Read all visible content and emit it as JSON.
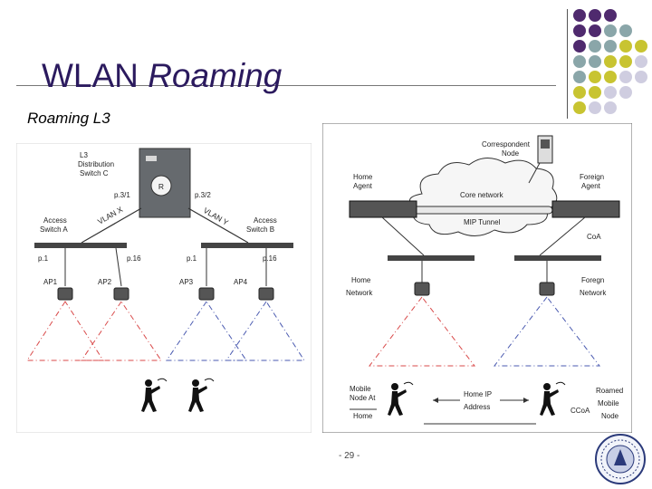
{
  "slide": {
    "title_plain": "WLAN ",
    "title_italic": "Roaming",
    "subtitle": "Roaming L3",
    "page_number": "- 29 -"
  },
  "colors": {
    "title": "#2b1a5e",
    "dot_purple": "#4f2a6e",
    "dot_teal": "#8aa6a9",
    "dot_olive": "#c8c431",
    "dot_lavender": "#cfcde0",
    "red_dash": "#d94a4a",
    "blue_dash": "#4a5ab0"
  },
  "left_diagram": {
    "router_label": "R",
    "l3_switch": [
      "L3",
      "Distribution",
      "Switch C"
    ],
    "ports_top": [
      "p.3/1",
      "p.3/2"
    ],
    "vlans": [
      "VLAN X",
      "VLAN Y"
    ],
    "switch_a": [
      "Access",
      "Switch A"
    ],
    "switch_b": [
      "Access",
      "Switch B"
    ],
    "ports_bottom": [
      "p.1",
      "p.16",
      "p.1",
      "p.16"
    ],
    "aps": [
      "AP1",
      "AP2",
      "AP3",
      "AP4"
    ]
  },
  "right_diagram": {
    "correspondent": [
      "Correspondent",
      "Node"
    ],
    "home_agent": [
      "Home",
      "Agent"
    ],
    "foreign_agent": [
      "Foreign",
      "Agent"
    ],
    "core_network": "Core network",
    "mip_tunnel": "MIP Tunnel",
    "coa": "CoA",
    "home_network": [
      "Home",
      "Network"
    ],
    "foreign_network": [
      "Foregn",
      "Network"
    ],
    "mobile_home": [
      "Mobile",
      "Node At",
      "Home"
    ],
    "home_ip": [
      "Home IP",
      "Address"
    ],
    "ccoa": "CCoA",
    "roamed": [
      "Roamed",
      "Mobile",
      "Node"
    ]
  }
}
